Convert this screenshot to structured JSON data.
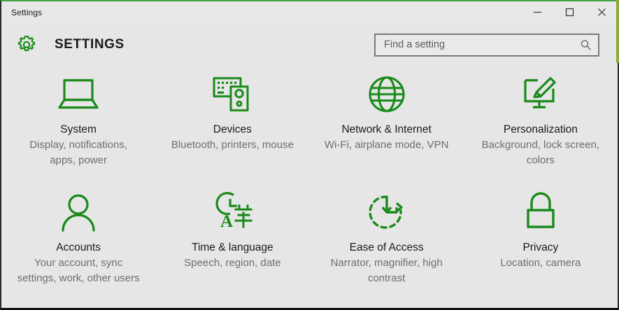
{
  "window": {
    "title": "Settings",
    "accent_color": "#1a8a1a",
    "background_color": "#e6e6e6",
    "controls": {
      "minimize": "minimize-icon",
      "maximize": "maximize-icon",
      "close": "close-icon"
    }
  },
  "header": {
    "gear_icon": "gear-icon",
    "heading": "SETTINGS"
  },
  "search": {
    "placeholder": "Find a setting",
    "value": "",
    "icon": "search-icon"
  },
  "tiles": [
    {
      "title": "System",
      "description": "Display, notifications, apps, power",
      "icon": "laptop-icon"
    },
    {
      "title": "Devices",
      "description": "Bluetooth, printers, mouse",
      "icon": "keyboard-speaker-icon"
    },
    {
      "title": "Network & Internet",
      "description": "Wi-Fi, airplane mode, VPN",
      "icon": "globe-icon"
    },
    {
      "title": "Personalization",
      "description": "Background, lock screen, colors",
      "icon": "monitor-paintbrush-icon"
    },
    {
      "title": "Accounts",
      "description": "Your account, sync settings, work, other users",
      "icon": "person-icon"
    },
    {
      "title": "Time & language",
      "description": "Speech, region, date",
      "icon": "clock-language-icon"
    },
    {
      "title": "Ease of Access",
      "description": "Narrator, magnifier, high contrast",
      "icon": "accessibility-circle-icon"
    },
    {
      "title": "Privacy",
      "description": "Location, camera",
      "icon": "lock-icon"
    }
  ]
}
